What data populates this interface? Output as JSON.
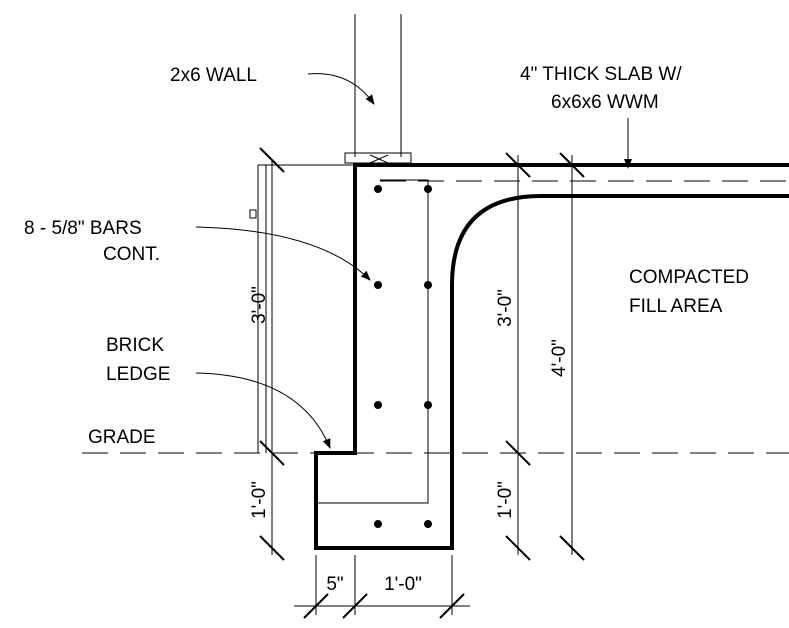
{
  "labels": {
    "wall": "2x6 WALL",
    "slab_line1": "4\" THICK SLAB W/",
    "slab_line2": "6x6x6 WWM",
    "bars_line1": "8 - 5/8\" BARS",
    "bars_line2": "CONT.",
    "fill_line1": "COMPACTED",
    "fill_line2": "FILL AREA",
    "brick_line1": "BRICK",
    "brick_line2": "LEDGE",
    "grade": "GRADE"
  },
  "dimensions": {
    "left_upper": "3'-0\"",
    "left_lower": "1'-0\"",
    "right_upper": "3'-0\"",
    "right_total": "4'-0\"",
    "right_lower": "1'-0\"",
    "bottom_ledge": "5\"",
    "bottom_footing": "1'-0\""
  }
}
